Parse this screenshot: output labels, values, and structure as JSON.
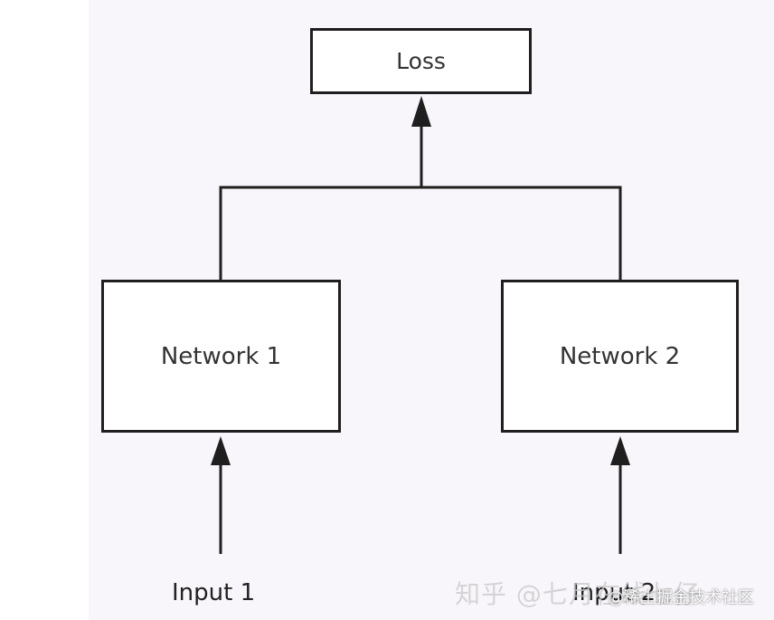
{
  "boxes": {
    "loss": "Loss",
    "network1": "Network 1",
    "network2": "Network 2"
  },
  "inputs": {
    "input1": "Input 1",
    "input2": "Input 2"
  },
  "watermark": {
    "primary": "知乎 @七月在线七仔",
    "secondary": "@稀土掘金技术社区"
  },
  "colors": {
    "stroke": "#1f1f1f",
    "panel_background": "#f8f6fa",
    "box_fill": "#ffffff"
  }
}
